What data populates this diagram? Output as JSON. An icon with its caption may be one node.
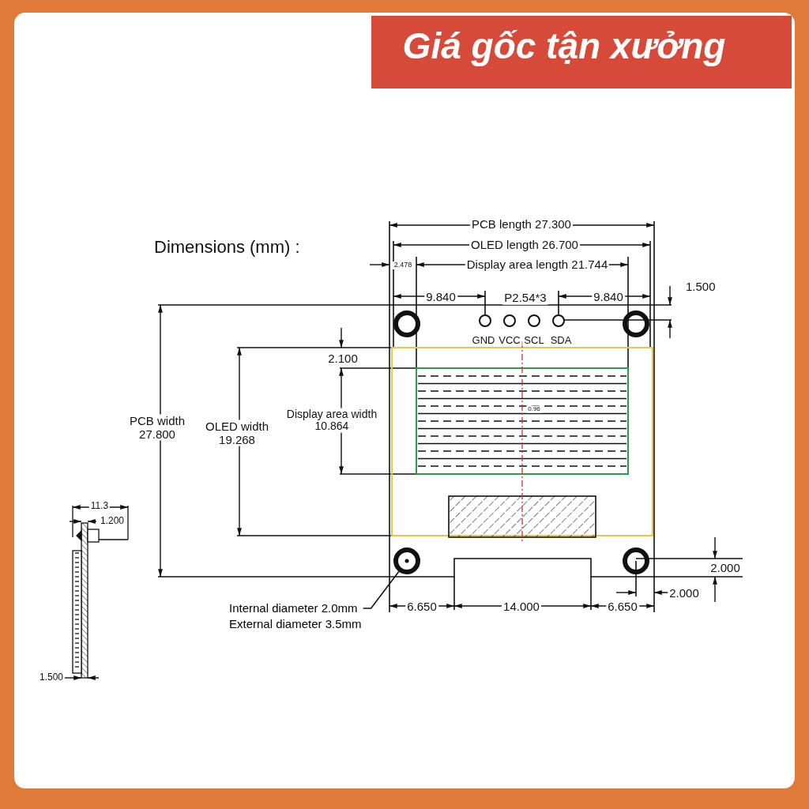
{
  "diagram": {
    "nodes": [
      {
        "text": [],
        "shape": "circle"
      },
      {
        "text": [],
        "shape": "circle"
      },
      {
        "text": [],
        "shape": "circle"
      },
      {
        "text": [],
        "shape": "circle"
      },
      {
        "text": [
          "Internal diameter 2.0mm",
          "External diameter 3.5mm"
        ]
      }
    ],
    "edges": [
      {
        "from": 4,
        "to": 2,
        "arrow": "none"
      }
    ],
    "labels": [
      "Giá gốc tận xưởng",
      "Dimensions (mm) :",
      "PCB length 27.300",
      "OLED length 26.700",
      "2.478",
      "Display area length 21.744",
      "1.500",
      "9.840",
      "P2.54*3",
      "9.840",
      "GND",
      "VCC",
      "SCL",
      "SDA",
      "2.100",
      "PCB width 27.800",
      "OLED width 19.268",
      "Display area width 10.864",
      "0.96",
      "11.3",
      "1.200",
      "2.000",
      "6.650",
      "14.000",
      "6.650",
      "2.000",
      "1.500"
    ]
  }
}
